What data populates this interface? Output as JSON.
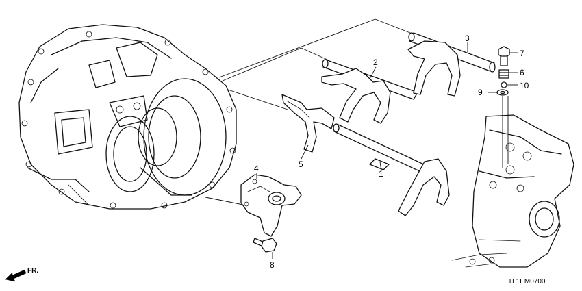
{
  "diagram": {
    "code": "TL1EM0700",
    "direction_label": "FR.",
    "callouts": [
      "1",
      "2",
      "3",
      "4",
      "5",
      "6",
      "7",
      "8",
      "9",
      "10"
    ]
  }
}
